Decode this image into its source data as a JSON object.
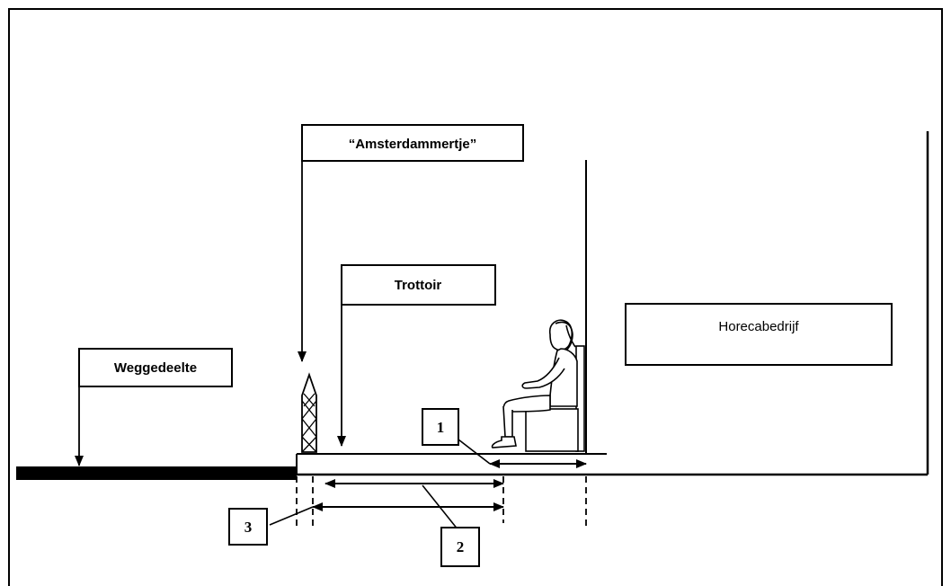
{
  "labels": {
    "amsterdammertje": "“Amsterdammertje”",
    "trottoir": "Trottoir",
    "weggedeelte": "Weggedeelte",
    "horecabedrijf": "Horecabedrijf"
  },
  "dimension_markers": {
    "one": "1",
    "two": "2",
    "three": "3"
  }
}
